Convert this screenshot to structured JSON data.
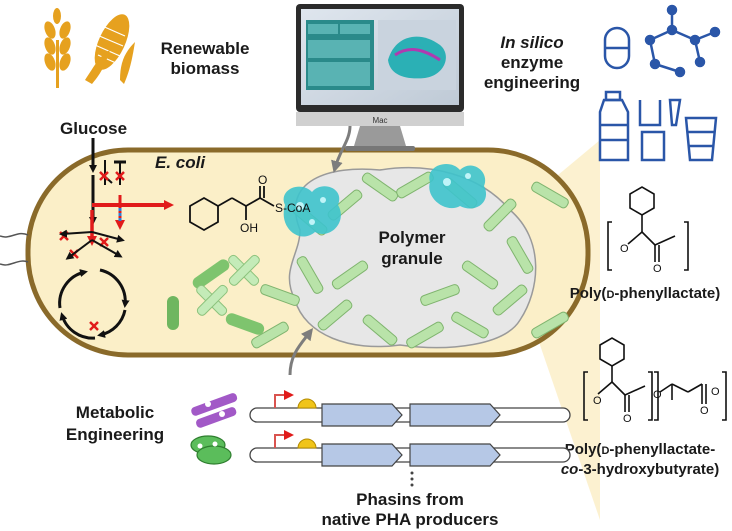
{
  "labels": {
    "renewable_line1": "Renewable",
    "renewable_line2": "biomass",
    "insilico_italic": "In silico",
    "insilico_line2": "enzyme",
    "insilico_line3": "engineering",
    "glucose": "Glucose",
    "ecoli": "E. coli",
    "scoa": "S-CoA",
    "oh": "OH",
    "granule_line1": "Polymer",
    "granule_line2": "granule",
    "poly1_pre": "Poly(",
    "poly1_sc": "D",
    "poly1_post": "-phenyllactate)",
    "poly2_line1_pre": "Poly(",
    "poly2_line1_sc": "D",
    "poly2_line1_post": "-phenyllactate-",
    "poly2_line2_italic": "co",
    "poly2_line2_post": "-3-hydroxybutyrate)",
    "metabolic_line1": "Metabolic",
    "metabolic_line2": "Engineering",
    "phasins_line1": "Phasins from",
    "phasins_line2": "native PHA producers",
    "monitor_brand": "Mac"
  },
  "colors": {
    "cell_fill": "#fbefc8",
    "cell_border": "#8a6a2a",
    "crop": "#e6a11f",
    "enzyme": "#3ec3cc",
    "granule": "#e7e7e7",
    "rod": "#b9e3a9",
    "red_arrow": "#e11b1b",
    "blue_icon": "#2a56a8"
  }
}
